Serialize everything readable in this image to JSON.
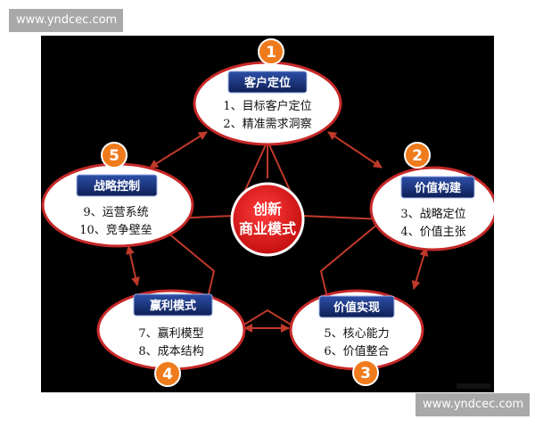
{
  "watermark_top": "www.yndcec.com",
  "watermark_bottom": "www.yndcec.com",
  "center": {
    "line1": "创新",
    "line2": "商业模式"
  },
  "nodes": [
    {
      "number": "1",
      "title": "客户定位",
      "item1": "1、目标客户定位",
      "item2": "2、精准需求洞察"
    },
    {
      "number": "2",
      "title": "价值构建",
      "item1": "3、战略定位",
      "item2": "4、价值主张"
    },
    {
      "number": "3",
      "title": "价值实现",
      "item1": "5、核心能力",
      "item2": "6、价值整合"
    },
    {
      "number": "4",
      "title": "赢利模式",
      "item1": "7、赢利模型",
      "item2": "8、成本结构"
    },
    {
      "number": "5",
      "title": "战略控制",
      "item1": "9、运营系统",
      "item2": "10、竞争壁垒"
    }
  ],
  "colors": {
    "background": "#000000",
    "node_fill": "#ffffff",
    "node_border": "#c62828",
    "title_box_start": "#1e3a8a",
    "title_box_end": "#0d1f55",
    "badge": "#f07b1c",
    "center_fill": "#e11d1d",
    "connector": "#c0392b"
  }
}
